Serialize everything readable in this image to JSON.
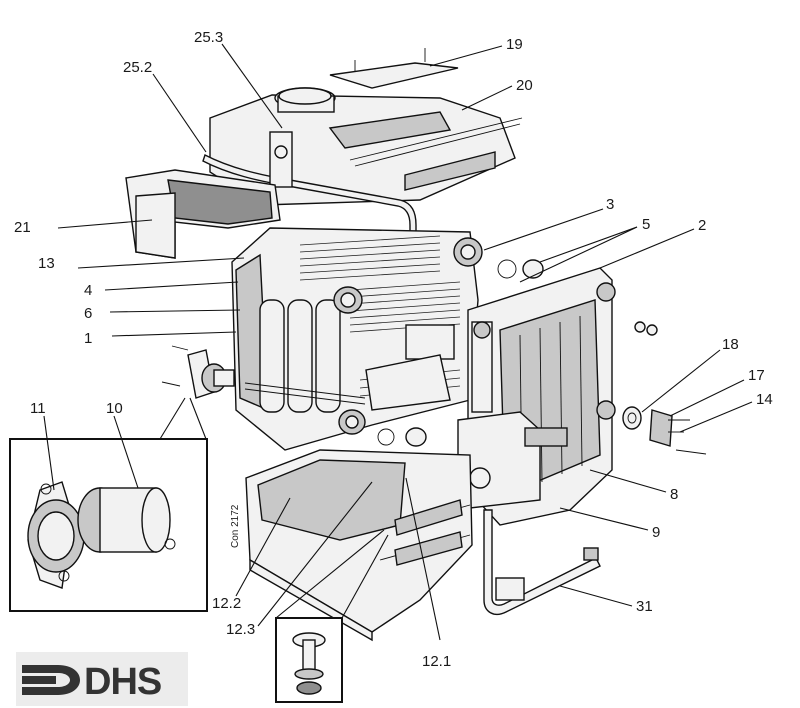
{
  "callouts": {
    "c19": "19",
    "c20": "20",
    "c25_3": "25.3",
    "c25_2": "25.2",
    "c21": "21",
    "c13": "13",
    "c4": "4",
    "c6": "6",
    "c1": "1",
    "c3": "3",
    "c5": "5",
    "c2": "2",
    "c18": "18",
    "c17": "17",
    "c14": "14",
    "c8": "8",
    "c9": "9",
    "c31": "31",
    "c11": "11",
    "c10": "10",
    "c12_2": "12.2",
    "c12_3": "12.3",
    "c12_1": "12.1"
  },
  "drawing_code": "Con 2172",
  "logo": {
    "text": "DHS",
    "icon": "dhs-arrow-logo-icon"
  }
}
